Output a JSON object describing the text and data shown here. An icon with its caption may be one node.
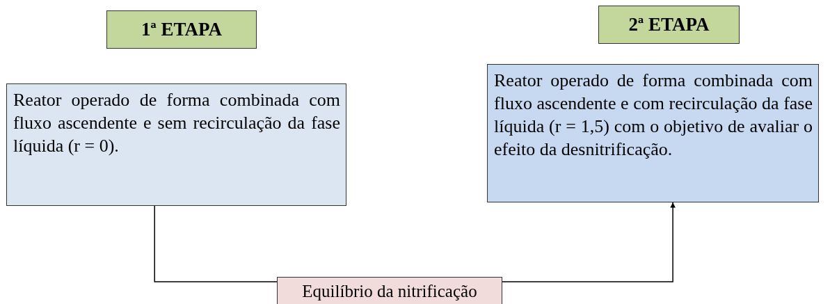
{
  "diagram": {
    "nodes": [
      {
        "text": [
          "1ª ETAPA"
        ]
      },
      {
        "text": [
          "2ª ETAPA"
        ]
      },
      {
        "text": [
          "Reator operado de forma combinada com fluxo ascendente e sem recirculação da fase líquida (r = 0)."
        ]
      },
      {
        "text": [
          "Reator operado de forma combinada com fluxo ascendente e com recirculação da fase líquida (r = 1,5) com o objetivo de avaliar o efeito da desnitrificação."
        ]
      },
      {
        "text": [
          "Equilíbrio da nitrificação"
        ]
      }
    ],
    "edges": [
      {
        "from": 2,
        "to": 4,
        "arrow": "none"
      },
      {
        "from": 4,
        "to": 3,
        "arrow": "to"
      }
    ]
  }
}
